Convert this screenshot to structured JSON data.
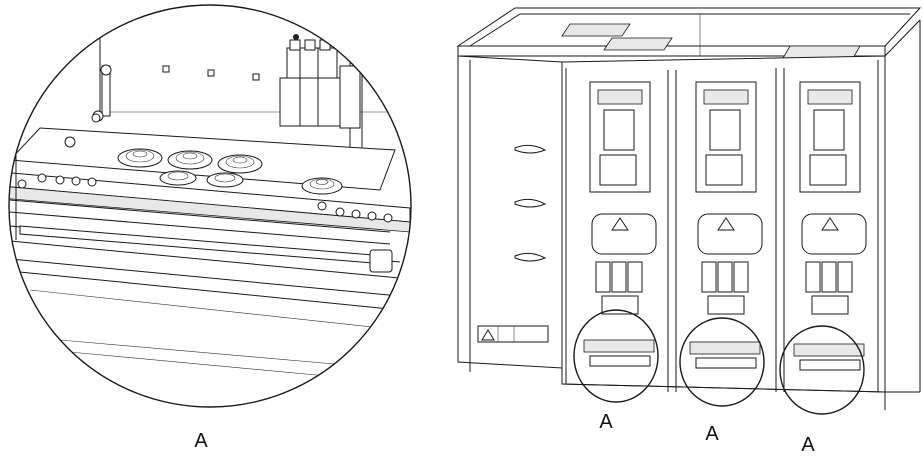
{
  "figure": {
    "detail_label": "A",
    "callout_labels": [
      "A",
      "A",
      "A"
    ]
  }
}
